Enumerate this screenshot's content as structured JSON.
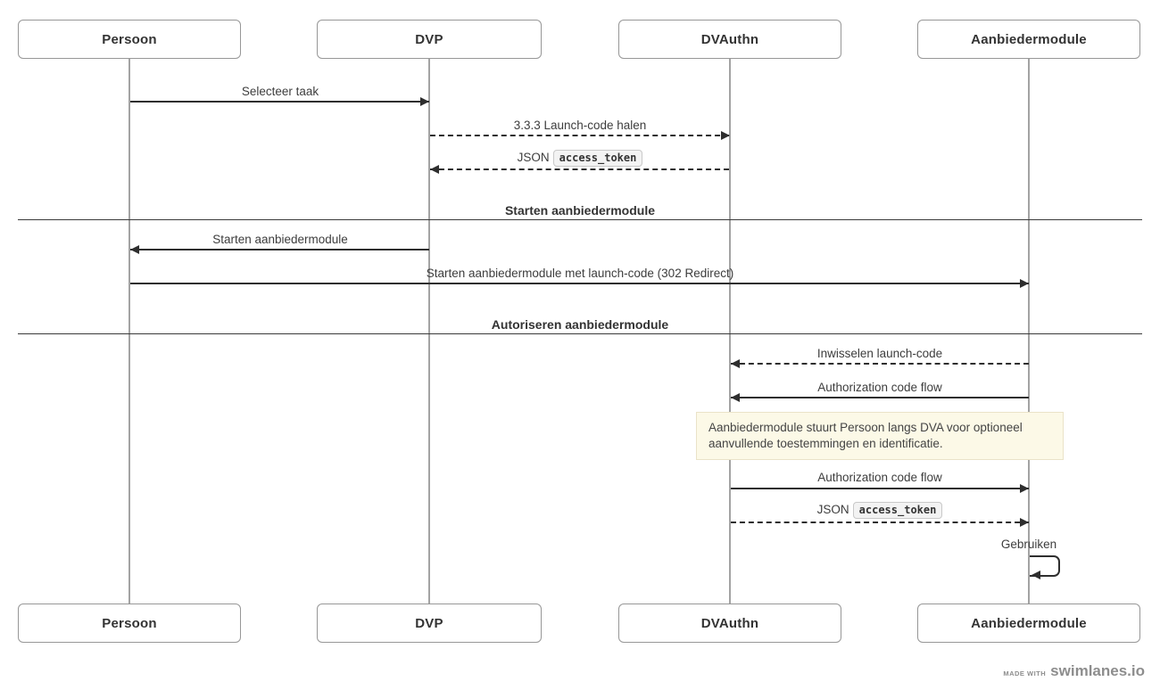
{
  "actors": [
    {
      "name": "Persoon"
    },
    {
      "name": "DVP"
    },
    {
      "name": "DVAuthn"
    },
    {
      "name": "Aanbiedermodule"
    }
  ],
  "sections": [
    {
      "title": "Starten aanbiedermodule"
    },
    {
      "title": "Autoriseren aanbiedermodule"
    }
  ],
  "messages": [
    {
      "label": "Selecteer taak",
      "from": "Persoon",
      "to": "DVP",
      "line": "solid"
    },
    {
      "label": "3.3.3 Launch-code halen",
      "from": "DVP",
      "to": "DVAuthn",
      "line": "dashed"
    },
    {
      "label": "JSON",
      "code": "access_token",
      "from": "DVAuthn",
      "to": "DVP",
      "line": "dashed"
    },
    {
      "label": "Starten aanbiedermodule",
      "from": "DVP",
      "to": "Persoon",
      "line": "solid"
    },
    {
      "label": "Starten aanbiedermodule met launch-code (302 Redirect)",
      "from": "Persoon",
      "to": "Aanbiedermodule",
      "line": "solid"
    },
    {
      "label": "Inwisselen launch-code",
      "from": "Aanbiedermodule",
      "to": "DVAuthn",
      "line": "dashed"
    },
    {
      "label": "Authorization code flow",
      "from": "Aanbiedermodule",
      "to": "DVAuthn",
      "line": "solid"
    },
    {
      "label": "Authorization code flow",
      "from": "DVAuthn",
      "to": "Aanbiedermodule",
      "line": "solid"
    },
    {
      "label": "JSON",
      "code": "access_token",
      "from": "DVAuthn",
      "to": "Aanbiedermodule",
      "line": "dashed"
    },
    {
      "label": "Gebruiken",
      "from": "Aanbiedermodule",
      "to": "Aanbiedermodule",
      "line": "self"
    }
  ],
  "note": {
    "text": "Aanbiedermodule stuurt Persoon langs DVA voor optioneel aanvullende toestemmingen en identificatie."
  },
  "footer": {
    "made_with": "MADE WITH",
    "brand": "swimlanes.io"
  },
  "colors": {
    "arrow": "#2e2e2e",
    "lifeline": "#a3a3a3",
    "box_border": "#979797",
    "note_bg": "#fcf9e7",
    "note_border": "#eae3c8",
    "code_bg": "#f3f3f3",
    "footer_text": "#8d8d8d"
  }
}
